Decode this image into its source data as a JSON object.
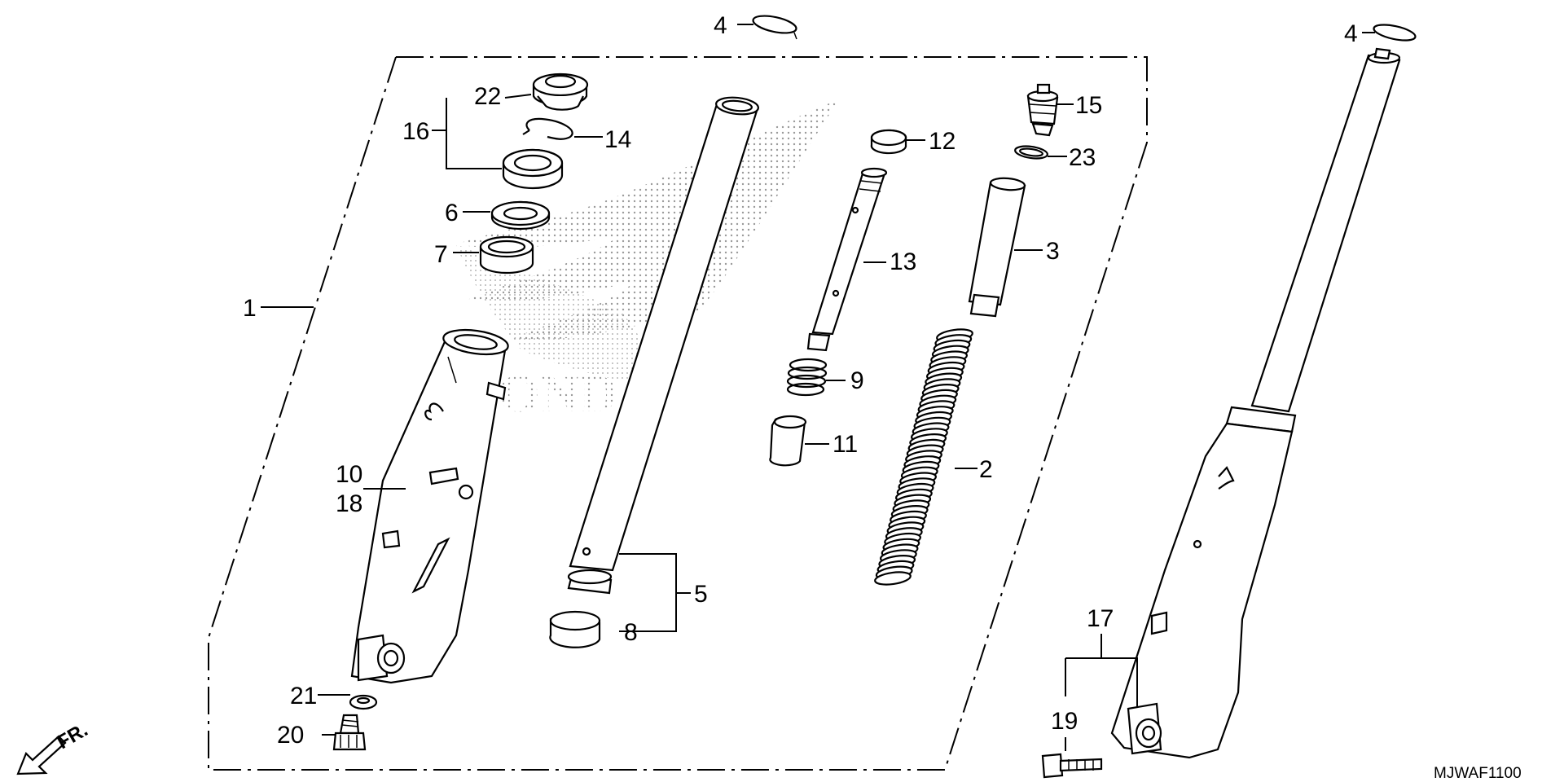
{
  "diagram": {
    "drawing_code": "MJWAF1100",
    "direction_label": "FR.",
    "watermark_text": "HONDA",
    "callouts": {
      "c1": "1",
      "c2": "2",
      "c3": "3",
      "c4a": "4",
      "c4b": "4",
      "c5": "5",
      "c6": "6",
      "c7": "7",
      "c8": "8",
      "c9": "9",
      "c10": "10",
      "c11": "11",
      "c12": "12",
      "c13": "13",
      "c14": "14",
      "c15": "15",
      "c16": "16",
      "c17": "17",
      "c18": "18",
      "c19": "19",
      "c20": "20",
      "c21": "21",
      "c22": "22",
      "c23": "23"
    }
  }
}
